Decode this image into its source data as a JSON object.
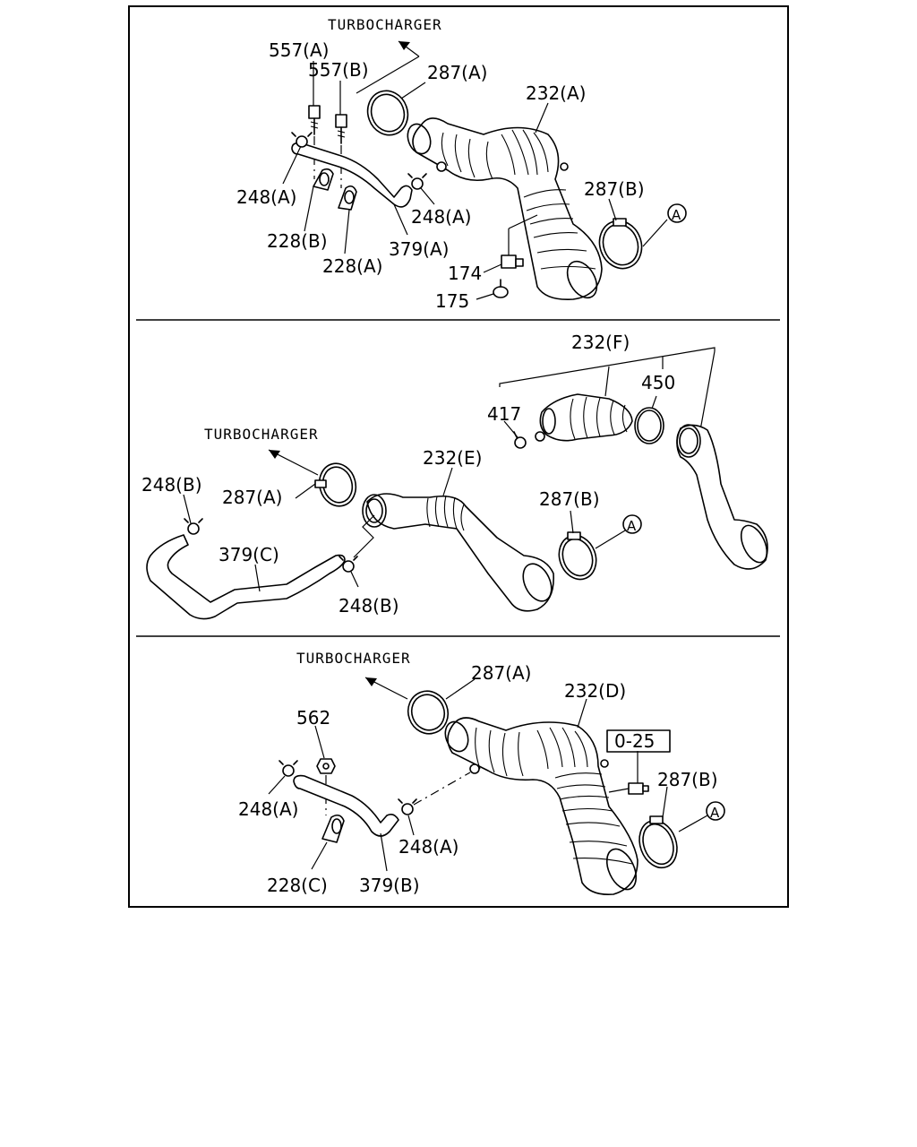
{
  "panel_top": {
    "turbocharger_label": "TURBOCHARGER",
    "callouts": {
      "c557a": "557(A)",
      "c557b": "557(B)",
      "c287a": "287(A)",
      "c232a": "232(A)",
      "c248a_left": "248(A)",
      "c248a_right": "248(A)",
      "c228b": "228(B)",
      "c228a": "228(A)",
      "c379a": "379(A)",
      "c287b": "287(B)",
      "c174": "174",
      "c175": "175",
      "ref_a": "A"
    }
  },
  "panel_middle": {
    "turbocharger_label": "TURBOCHARGER",
    "callouts": {
      "c232f": "232(F)",
      "c450": "450",
      "c417": "417",
      "c232e": "232(E)",
      "c248b_top": "248(B)",
      "c287a": "287(A)",
      "c379c": "379(C)",
      "c248b_bottom": "248(B)",
      "c287b": "287(B)",
      "ref_a": "A"
    }
  },
  "panel_bottom": {
    "turbocharger_label": "TURBOCHARGER",
    "callouts": {
      "c287a": "287(A)",
      "c232d": "232(D)",
      "c562": "562",
      "c0_25": "0-25",
      "c287b": "287(B)",
      "c248a_left": "248(A)",
      "c248a_right": "248(A)",
      "c228c": "228(C)",
      "c379b": "379(B)",
      "ref_a": "A"
    }
  }
}
